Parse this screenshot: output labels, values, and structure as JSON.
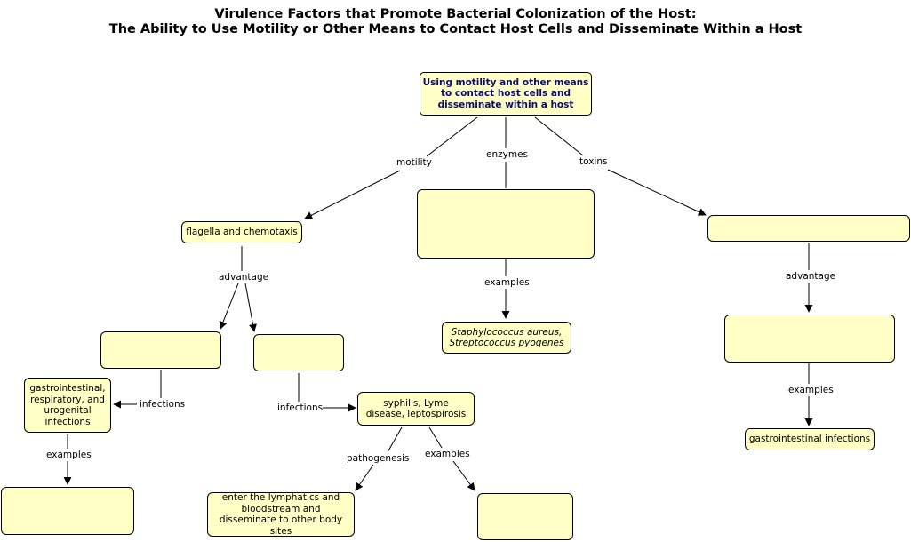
{
  "title": {
    "line1": "Virulence Factors that Promote Bacterial Colonization of the Host:",
    "line2": "The Ability to Use Motility or Other Means to Contact Host Cells and Disseminate Within a Host"
  },
  "nodes": {
    "root": "Using motility and other means to contact host cells and disseminate within a host",
    "flagella": "flagella and chemotaxis",
    "enzymes_box": "",
    "toxins_box": "",
    "advantage_left_a": "",
    "advantage_left_b": "",
    "gi_resp": "gastrointestinal, respiratory, and urogenital infections",
    "gi_resp_example": "",
    "syphilis": "syphilis, Lyme disease, leptospirosis",
    "lymphatics": "enter the lymphatics and bloodstream and disseminate to other body sites",
    "syphilis_example": "",
    "staph": "Staphylococcus aureus, Streptococcus pyogenes",
    "toxin_advantage": "",
    "gi_infections": "gastrointestinal infections"
  },
  "links": {
    "motility": "motility",
    "enzymes": "enzymes",
    "toxins": "toxins",
    "advantage_left": "advantage",
    "examples_enzymes": "examples",
    "advantage_right": "advantage",
    "infections_left": "infections",
    "infections_mid": "infections",
    "examples_gi": "examples",
    "pathogenesis": "pathogenesis",
    "examples_syphilis": "examples",
    "examples_right": "examples"
  }
}
